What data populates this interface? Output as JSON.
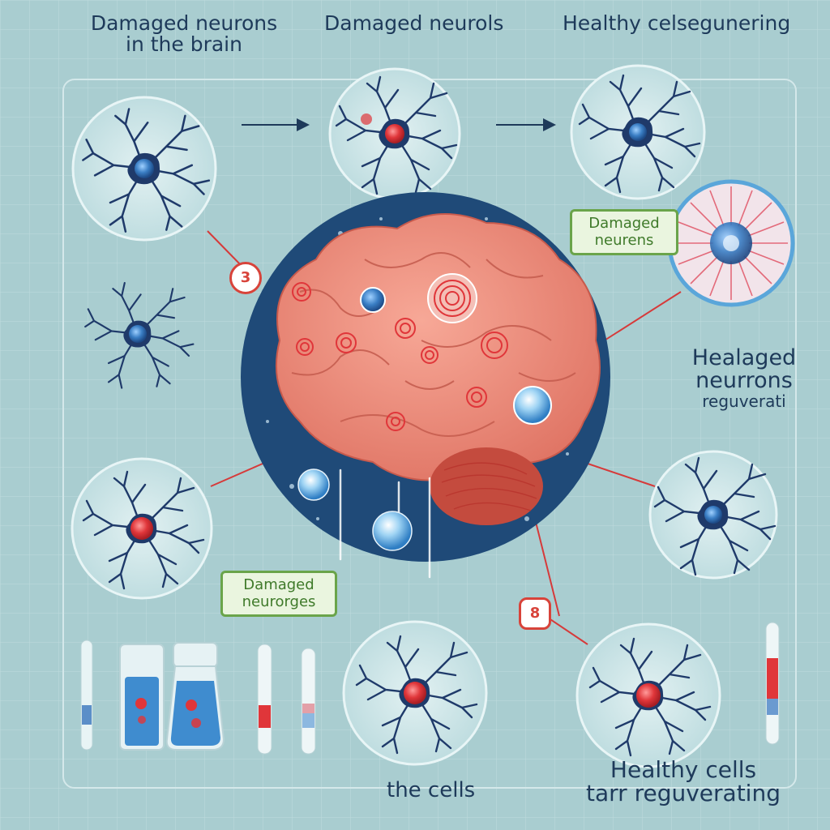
{
  "titles": {
    "top_left_line1": "Damaged neurons",
    "top_left_line2": "in the brain",
    "top_center": "Damaged neurols",
    "top_right": "Healthy celsegunering"
  },
  "labels": {
    "green_box_right_line1": "Damaged",
    "green_box_right_line2": "neurens",
    "green_box_left_line1": "Damaged",
    "green_box_left_line2": "neurorges",
    "side_line1": "Healaged",
    "side_line2": "neurrons",
    "side_line3": "reguverati",
    "bottom_center": "the cells",
    "bottom_right_line1": "Healthy cells",
    "bottom_right_line2": "tarr reguverating",
    "badge_3": "3",
    "badge_8": "8"
  },
  "colors": {
    "background": "#a9cdd0",
    "brain": "#ef8a78",
    "damaged_nucleus": "#e0363a",
    "healthy_nucleus": "#3a7ec4",
    "neuron": "#1f3a6a",
    "circle_bg": "#1f4a78",
    "accent_green": "#6aa44a"
  },
  "icons": {
    "neuron": "neuron-icon",
    "arrow": "arrow-right-icon",
    "test_tube": "test-tube-icon",
    "beaker": "beaker-icon",
    "brain": "brain-icon"
  }
}
